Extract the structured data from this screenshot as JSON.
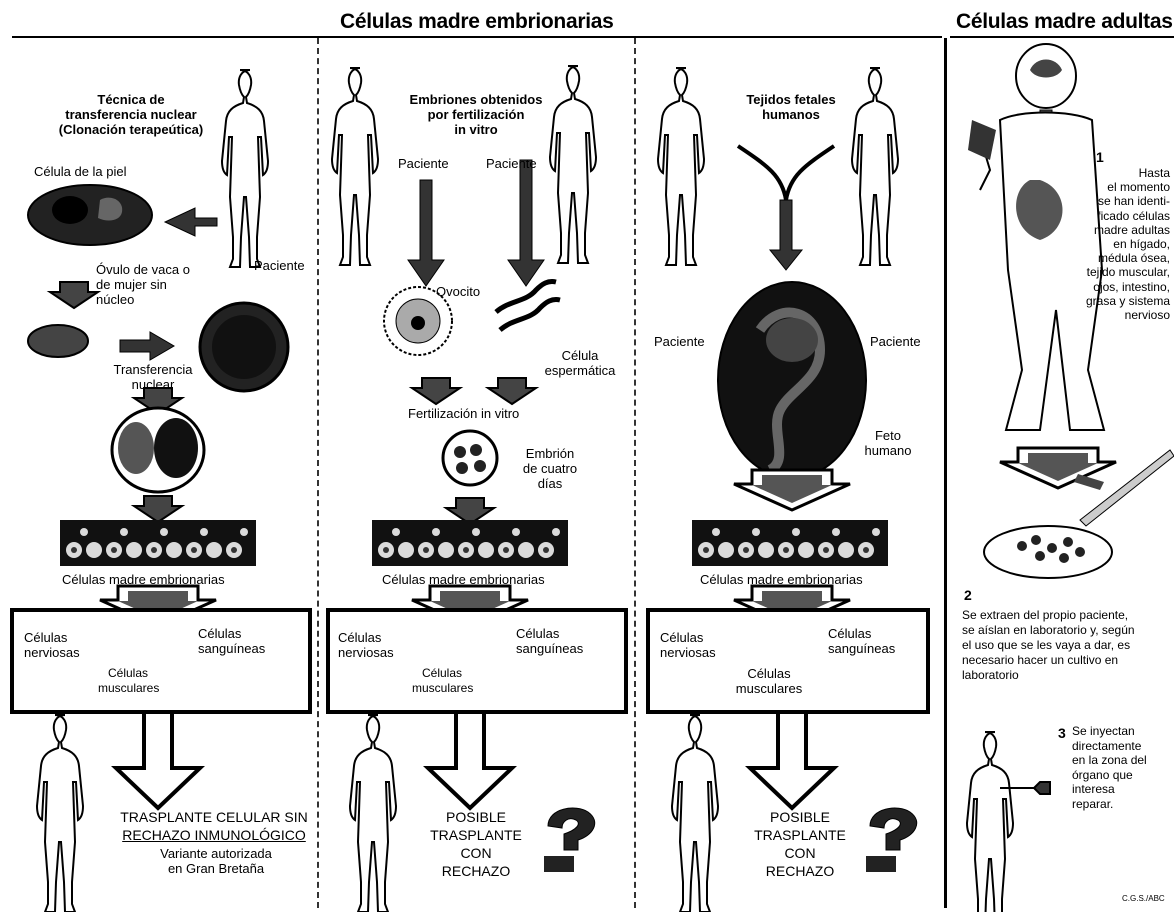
{
  "headers": {
    "embryonic": "Células madre embrionarias",
    "adult": "Células madre adultas"
  },
  "col1": {
    "title": "Técnica de\ntransferencia nuclear\n(Clonación terapeútica)",
    "skin_cell": "Célula de la piel",
    "patient": "Paciente",
    "ovule": "Óvulo de vaca o\nde mujer sin\nnúcleo",
    "transfer": "Transferencia\nnuclear",
    "stem_row": "Células madre embrionarias",
    "nerve": "Células\nnerviosas",
    "blood": "Células\nsanguíneas",
    "muscle": "Células\nmusculares",
    "result_line1": "TRASPLANTE CELULAR SIN",
    "result_line2": "RECHAZO INMUNOLÓGICO",
    "result_line3": "Variante autorizada\nen Gran Bretaña"
  },
  "col2": {
    "title": "Embriones obtenidos\npor fertilización\nin vitro",
    "patient_left": "Paciente",
    "patient_right": "Paciente",
    "oocyte": "Ovocito",
    "sperm": "Célula\nespermática",
    "fertilization": "Fertilización in vitro",
    "embryo": "Embrión\nde cuatro\ndías",
    "stem_row": "Células madre embrionarias",
    "nerve": "Células\nnerviosas",
    "blood": "Células\nsanguíneas",
    "muscle": "Células\nmusculares",
    "result": "POSIBLE\nTRASPLANTE\nCON\nRECHAZO"
  },
  "col3": {
    "title": "Tejidos fetales\nhumanos",
    "patient_left": "Paciente",
    "patient_right": "Paciente",
    "fetus": "Feto\nhumano",
    "stem_row": "Células madre embrionarias",
    "nerve": "Células\nnerviosas",
    "blood": "Células\nsanguíneas",
    "muscle": "Células\nmusculares",
    "result": "POSIBLE\nTRASPLANTE\nCON\nRECHAZO"
  },
  "col4": {
    "step1_num": "1",
    "step1_text": "Hasta\nel momento\nse han identi-\nficado células\nmadre adultas\nen hígado,\nmédula ósea,\ntejido muscular,\nojos, intestino,\ngrasa y sistema\nnervioso",
    "step2_num": "2",
    "step2_text": "Se extraen del propio paciente,\nse aíslan en laboratorio y, según\nel uso que se les vaya a dar, es\nnecesario hacer un cultivo en\nlaboratorio",
    "step3_num": "3",
    "step3_text": "Se inyectan\ndirectamente\nen la zona del\nórgano que\ninteresa\nreparar.",
    "credit": "C.G.S./ABC"
  }
}
